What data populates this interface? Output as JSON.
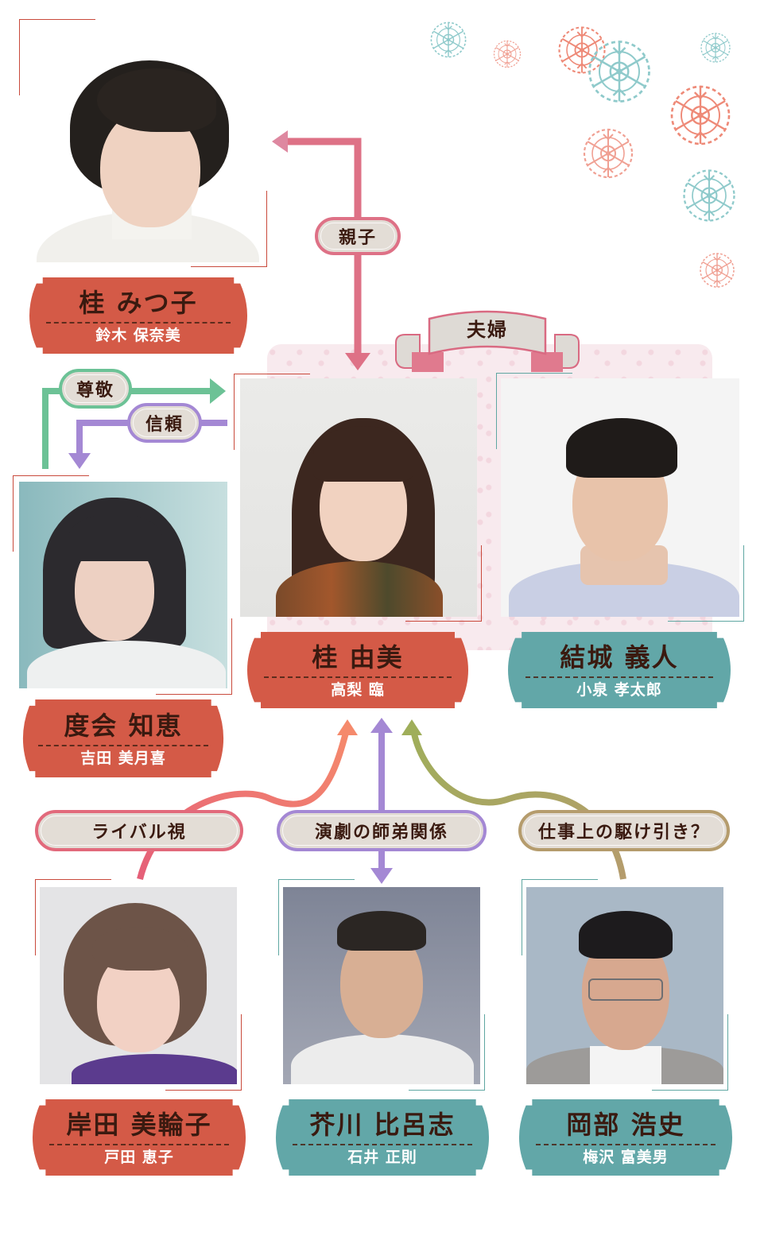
{
  "diagram": {
    "colors": {
      "red_plate": "#d45a47",
      "teal_plate": "#62a7a8",
      "pink_arrow": "#de7186",
      "green_arrow": "#6cc296",
      "purple_arrow": "#a488d4",
      "salmon_arrow": "#f4826d",
      "olive_arrow": "#a3a55e",
      "tan_arrow": "#b59c6d",
      "pill_fill": "#e3ddd6",
      "bracket_red": "#c94a3c",
      "bracket_teal": "#5fa7a2",
      "name_text": "#3a1a10"
    },
    "characters": [
      {
        "id": "mitsuko",
        "role": "桂 みつ子",
        "actor": "鈴木 保奈美",
        "plate_color": "red"
      },
      {
        "id": "yumi",
        "role": "桂 由美",
        "actor": "高梨 臨",
        "plate_color": "red"
      },
      {
        "id": "yoshito",
        "role": "結城 義人",
        "actor": "小泉 孝太郎",
        "plate_color": "teal"
      },
      {
        "id": "chie",
        "role": "度会 知恵",
        "actor": "吉田 美月喜",
        "plate_color": "red"
      },
      {
        "id": "miwako",
        "role": "岸田 美輪子",
        "actor": "戸田 恵子",
        "plate_color": "red"
      },
      {
        "id": "hiroshi_akutagawa",
        "role": "芥川 比呂志",
        "actor": "石井 正則",
        "plate_color": "teal"
      },
      {
        "id": "koji",
        "role": "岡部 浩史",
        "actor": "梅沢 富美男",
        "plate_color": "teal"
      }
    ],
    "relations": [
      {
        "label": "親子",
        "from": "mitsuko",
        "to": "yumi",
        "color": "pink"
      },
      {
        "label": "夫婦",
        "from": "yumi",
        "to": "yoshito",
        "style": "ribbon"
      },
      {
        "label": "尊敬",
        "from": "chie",
        "to": "yumi",
        "color": "green"
      },
      {
        "label": "信頼",
        "from": "yumi",
        "to": "chie",
        "color": "purple"
      },
      {
        "label": "ライバル視",
        "from": "miwako",
        "to": "yumi",
        "color": "pink-to-salmon"
      },
      {
        "label": "演劇の師弟関係",
        "from": "hiroshi_akutagawa",
        "to": "yumi",
        "color": "purple",
        "bidirectional": true
      },
      {
        "label": "仕事上の駆け引き？",
        "from": "koji",
        "to": "yumi",
        "color": "tan-to-olive"
      }
    ]
  }
}
